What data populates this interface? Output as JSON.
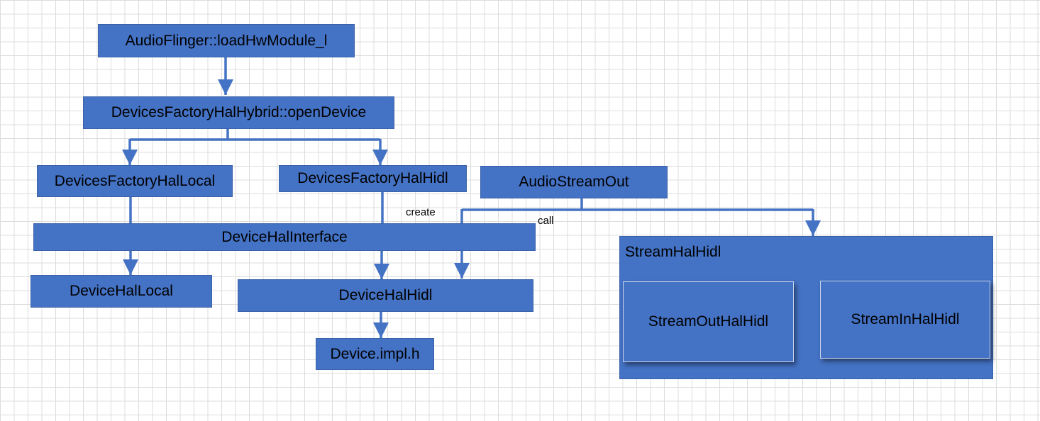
{
  "diagram": {
    "nodes": {
      "loadHwModule": "AudioFlinger::loadHwModule_l",
      "openDevice": "DevicesFactoryHalHybrid::openDevice",
      "factoryLocal": "DevicesFactoryHalLocal",
      "factoryHidl": "DevicesFactoryHalHidl",
      "audioStreamOut": "AudioStreamOut",
      "deviceHalInterface": "DeviceHalInterface",
      "deviceHalLocal": "DeviceHalLocal",
      "deviceHalHidl": "DeviceHalHidl",
      "deviceImpl": "Device.impl.h",
      "streamHalHidl": "StreamHalHidl",
      "streamOutHalHidl": "StreamOutHalHidl",
      "streamInHalHidl": "StreamInHalHidl"
    },
    "edge_labels": {
      "create": "create",
      "call": "call"
    },
    "colors": {
      "box_fill": "#4472c4",
      "connector": "#4472c4",
      "grid": "#dcdcdc"
    }
  }
}
